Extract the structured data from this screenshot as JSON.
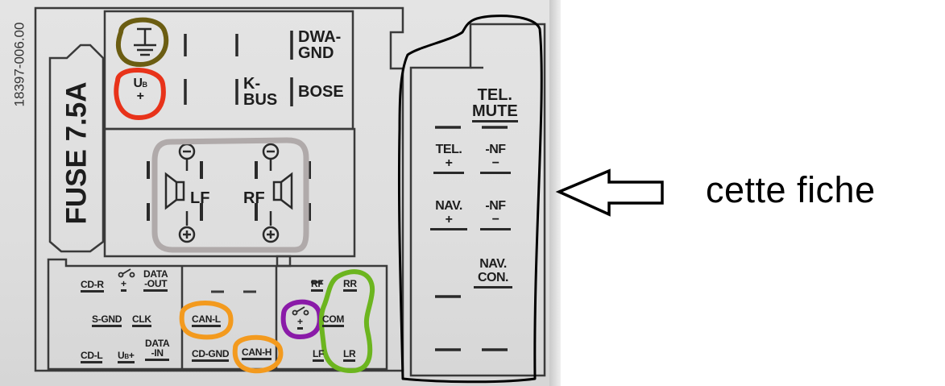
{
  "part_number": "18397-006.00",
  "fuse": {
    "label": "FUSE 7.5A"
  },
  "power_block": {
    "dwa_gnd": [
      "DWA-",
      "GND"
    ],
    "ub_plus": [
      "U",
      "B",
      "+"
    ],
    "kbus": [
      "K-",
      "BUS"
    ],
    "bose": "BOSE"
  },
  "speakers": {
    "left": "LF",
    "right": "RF"
  },
  "cd_block": {
    "cd_r": "CD-R",
    "plus_switch_label": "+",
    "data_out": [
      "DATA",
      "-OUT"
    ],
    "s_gnd": "S-GND",
    "clk": "CLK",
    "cd_l": "CD-L",
    "ub_plus": [
      "U",
      "B",
      "+"
    ],
    "data_in": [
      "DATA",
      "-IN"
    ],
    "can_l": "CAN-L",
    "cd_gnd": "CD-GND",
    "can_h": "CAN-H",
    "rf": "RF",
    "rr": "RR",
    "switch_plus": "+",
    "com": "COM",
    "lf": "LF",
    "lr": "LR"
  },
  "right_connector": {
    "tel_mute": [
      "TEL.",
      "MUTE"
    ],
    "tel_plus": [
      "TEL.",
      "+"
    ],
    "nf_minus_1": [
      "-NF",
      "−"
    ],
    "nav_plus": [
      "NAV.",
      "+"
    ],
    "nf_minus_2": [
      "-NF",
      "−"
    ],
    "nav_con": [
      "NAV.",
      "CON."
    ]
  },
  "annotation": {
    "text": "cette fiche"
  },
  "colors": {
    "olive": "#6b5d12",
    "red": "#e8331a",
    "gray": "#b0aaaa",
    "orange": "#f39a1e",
    "purple": "#8a1aa8",
    "green": "#6cb51f",
    "black": "#000000"
  }
}
